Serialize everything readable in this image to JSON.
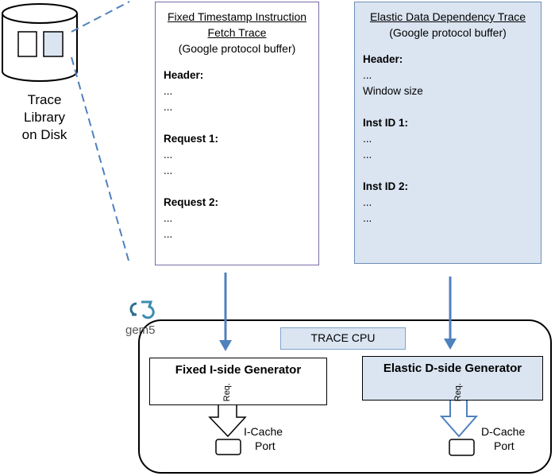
{
  "disk": {
    "label_lines": [
      "Trace",
      "Library",
      "on Disk"
    ]
  },
  "fixed_trace": {
    "title_lines": [
      "Fixed Timestamp Instruction",
      "Fetch Trace"
    ],
    "subtitle": "(Google protocol buffer)",
    "lines": [
      {
        "text": "Header:",
        "bold": true
      },
      {
        "text": "...",
        "bold": false
      },
      {
        "text": "...",
        "bold": false
      },
      {
        "text": "",
        "bold": false
      },
      {
        "text": "Request 1:",
        "bold": true
      },
      {
        "text": "...",
        "bold": false
      },
      {
        "text": "...",
        "bold": false
      },
      {
        "text": "",
        "bold": false
      },
      {
        "text": "Request 2:",
        "bold": true
      },
      {
        "text": "...",
        "bold": false
      },
      {
        "text": "...",
        "bold": false
      }
    ]
  },
  "elastic_trace": {
    "title": "Elastic Data Dependency Trace",
    "subtitle": "(Google protocol buffer)",
    "lines": [
      {
        "text": "Header:",
        "bold": true
      },
      {
        "text": "...",
        "bold": false
      },
      {
        "text": "Window size",
        "bold": false
      },
      {
        "text": "",
        "bold": false
      },
      {
        "text": "Inst ID 1:",
        "bold": true
      },
      {
        "text": "...",
        "bold": false
      },
      {
        "text": "...",
        "bold": false
      },
      {
        "text": "",
        "bold": false
      },
      {
        "text": "Inst ID 2:",
        "bold": true
      },
      {
        "text": "...",
        "bold": false
      },
      {
        "text": "...",
        "bold": false
      }
    ]
  },
  "gem5_logo": "gem5",
  "trace_cpu": "TRACE CPU",
  "fixed_generator": "Fixed I-side Generator",
  "elastic_generator": "Elastic D-side Generator",
  "fixed_req": "Req.",
  "elastic_req": "Req.",
  "icache_port": [
    "I-Cache",
    "Port"
  ],
  "dcache_port": [
    "D-Cache",
    "Port"
  ],
  "colors": {
    "arrow": "#4f81bd",
    "box_fill": "#dbe5f1",
    "fixed_border": "#7b6aa6"
  }
}
